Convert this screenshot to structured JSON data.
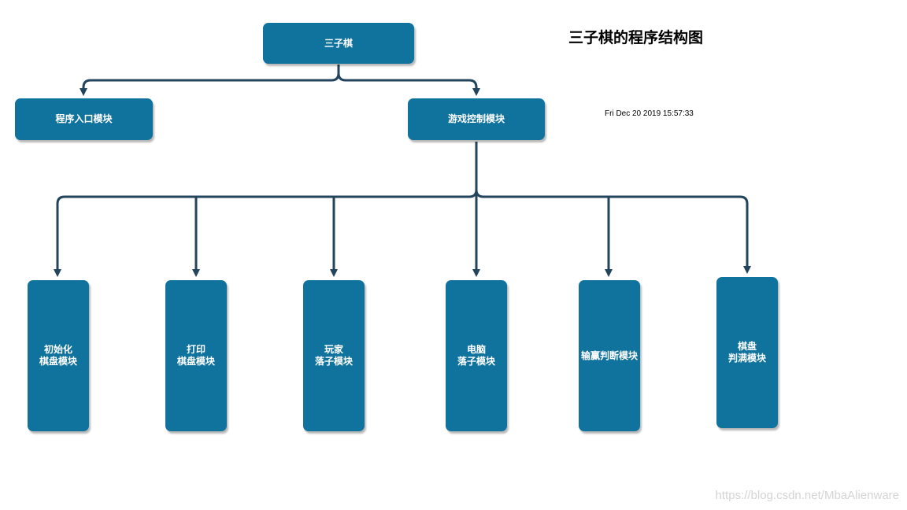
{
  "diagram": {
    "title": "三子棋的程序结构图",
    "timestamp": "Fri Dec 20 2019 15:57:33",
    "colors": {
      "node_fill": "#10739e",
      "connector": "#23445d",
      "text": "#ffffff"
    },
    "nodes": {
      "root": "三子棋",
      "entry": "程序入口模块",
      "control": "游戏控制模块",
      "init_board": "初始化\n棋盘模块",
      "print_board": "打印\n棋盘模块",
      "player_move": "玩家\n落子模块",
      "computer_move": "电脑\n落子模块",
      "win_check": "输赢判断模块",
      "board_full": "棋盘\n判满模块"
    }
  },
  "watermark": "https://blog.csdn.net/MbaAlienware"
}
